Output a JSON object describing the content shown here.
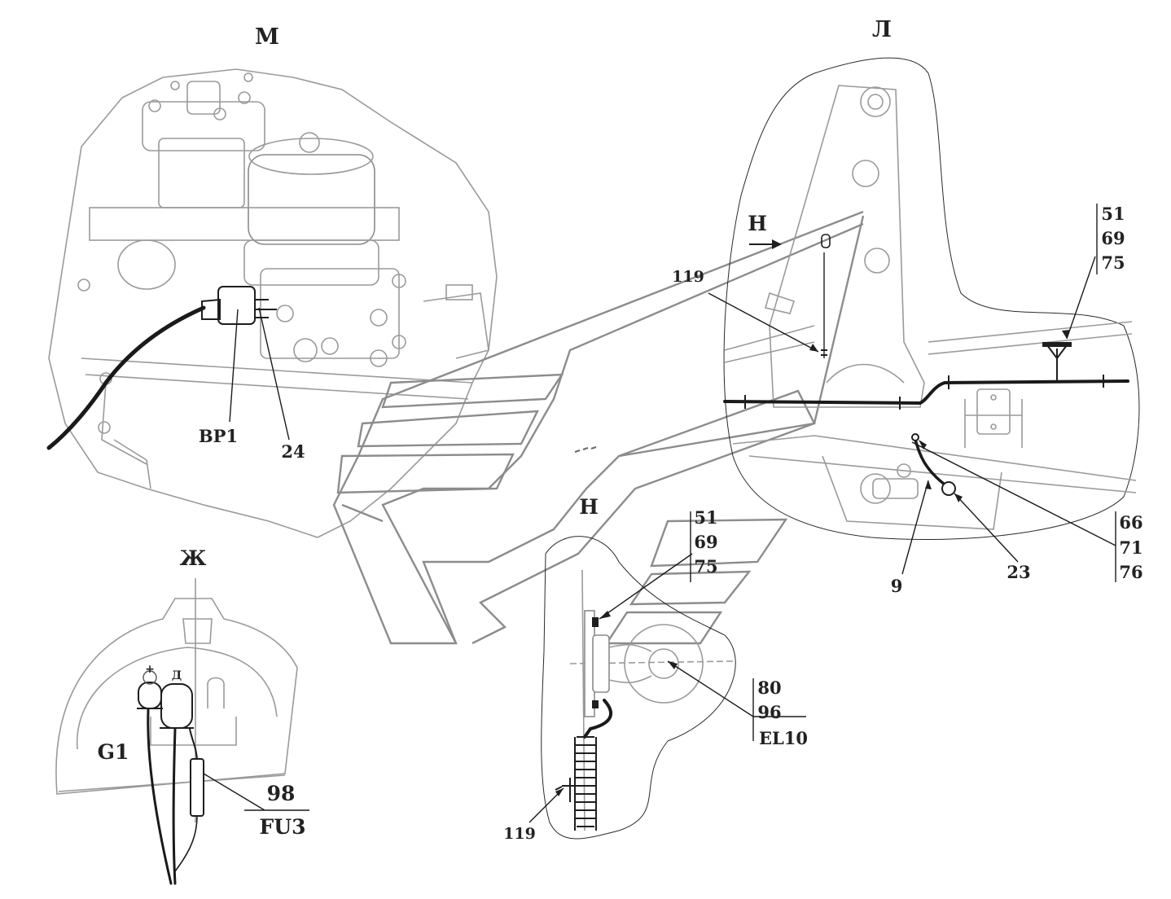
{
  "views": {
    "m": "М",
    "l": "Л",
    "n_arrow": "Н",
    "n_view": "Н",
    "zh": "Ж"
  },
  "callouts": {
    "bp1": "BP1",
    "p24": "24",
    "p119_top": "119",
    "p119_bottom": "119",
    "p9": "9",
    "p23": "23",
    "g1": "G1",
    "plus": "+",
    "d": "Д"
  },
  "stacks": {
    "top_right": [
      "51",
      "69",
      "75"
    ],
    "n_view": [
      "51",
      "69",
      "75"
    ],
    "right": [
      "66",
      "71",
      "76"
    ],
    "lamp": [
      "80",
      "96",
      "EL10"
    ],
    "fuse": [
      "98",
      "FU3"
    ]
  }
}
